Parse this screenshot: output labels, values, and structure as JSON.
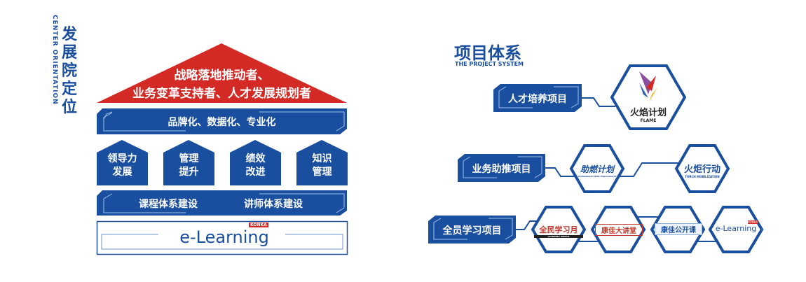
{
  "left": {
    "title": "发展院定位",
    "subtitle": "CENTER ORIENTATION",
    "roof_line1": "战略落地推动者、",
    "roof_line2": "业务变革支持者、人才发展规划者",
    "band1": "品牌化、数据化、专业化",
    "pillars": [
      [
        "领导力",
        "发展"
      ],
      [
        "管理",
        "提升"
      ],
      [
        "绩效",
        "改进"
      ],
      [
        "知识",
        "管理"
      ]
    ],
    "band2_left": "课程体系建设",
    "band2_right": "讲师体系建设",
    "base_logo": "e-Learning",
    "base_badge": "KONKA"
  },
  "right": {
    "title": "项目体系",
    "subtitle": "THE PROJECT SYSTEM",
    "rows": [
      {
        "label": "人才培养项目",
        "logos": [
          {
            "name": "火焰计划",
            "sub": "FLAME"
          }
        ]
      },
      {
        "label": "业务助推项目",
        "logos": [
          {
            "name": "助燃计划",
            "sub": "Professional Skills Improvement"
          },
          {
            "name": "火炬行动",
            "sub": "TORCH MOBILIZATION"
          }
        ]
      },
      {
        "label": "全员学习项目",
        "logos": [
          {
            "name": "全民学习月",
            "sub": "LEARNING MONTH"
          },
          {
            "name": "康佳大讲堂",
            "sub": ""
          },
          {
            "name": "康佳公开课",
            "sub": ""
          },
          {
            "name": "e-Learning",
            "sub": "KONKA"
          }
        ]
      }
    ]
  },
  "colors": {
    "blue": "#1a4fa0",
    "red": "#d42a26"
  }
}
